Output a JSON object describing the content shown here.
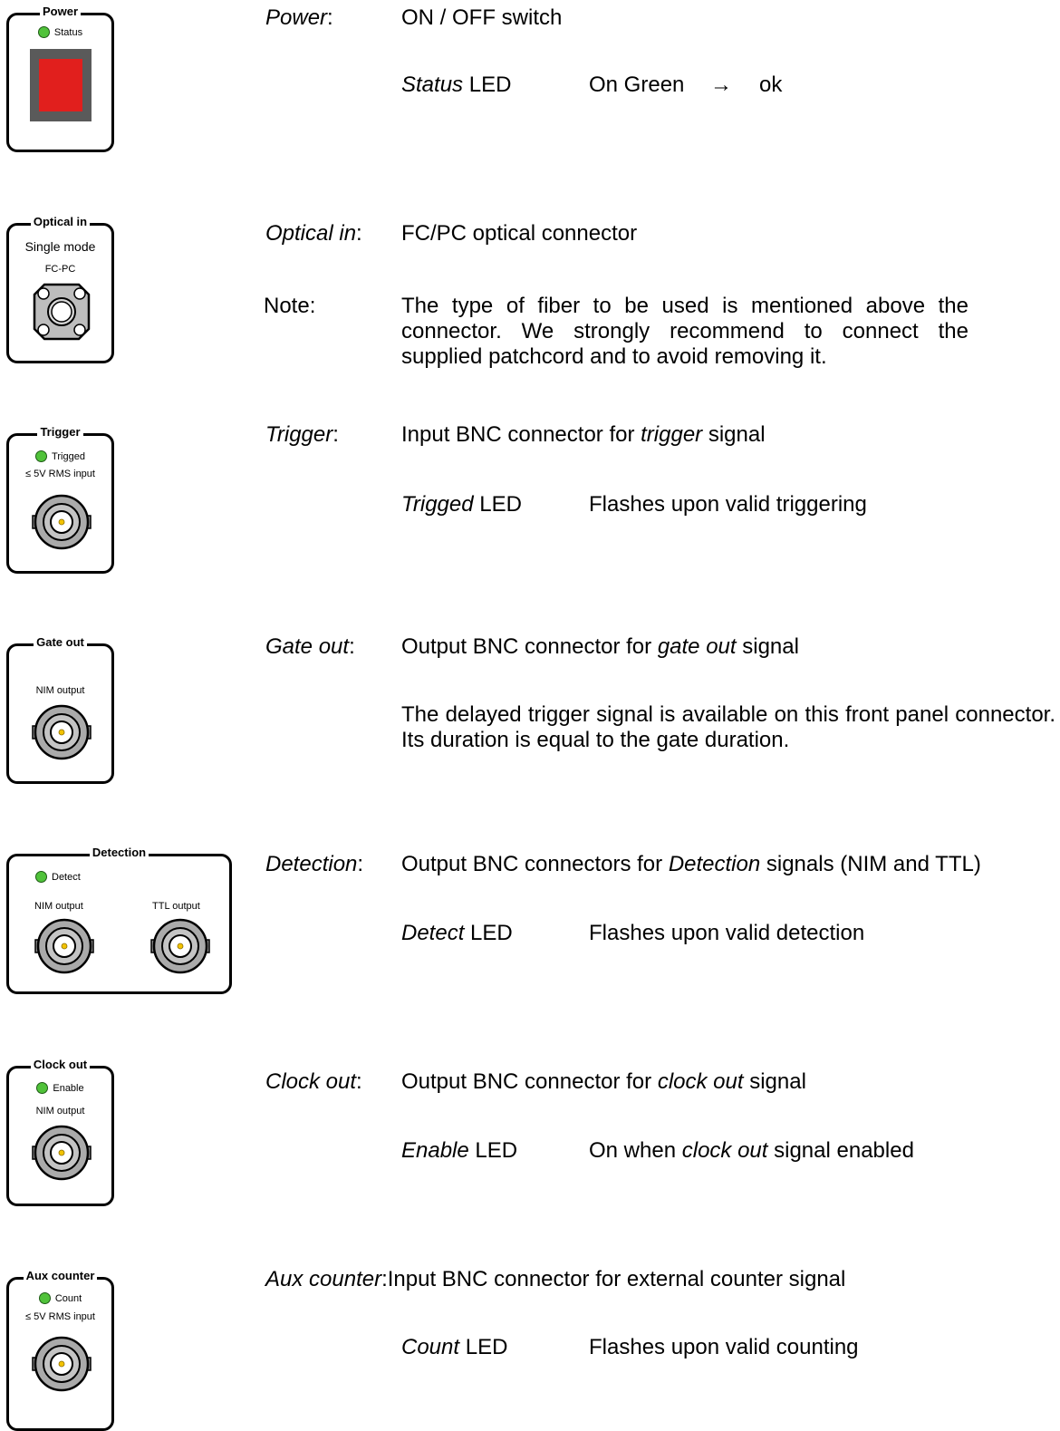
{
  "colors": {
    "led": "#50c23a",
    "switch": "#e11f1d",
    "switch_bezel": "#5a5a5a",
    "connector": "#aaaaaa"
  },
  "panels": {
    "power": {
      "title": "Power",
      "led_label": "Status"
    },
    "optical": {
      "title": "Optical in",
      "mode": "Single mode",
      "connector": "FC-PC"
    },
    "trigger": {
      "title": "Trigger",
      "led_label": "Trigged",
      "input": "≤ 5V RMS input"
    },
    "gate": {
      "title": "Gate out",
      "output": "NIM output"
    },
    "detection": {
      "title": "Detection",
      "led_label": "Detect",
      "output1": "NIM output",
      "output2": "TTL output"
    },
    "clock": {
      "title": "Clock out",
      "led_label": "Enable",
      "output": "NIM output"
    },
    "aux": {
      "title": "Aux counter",
      "led_label": "Count",
      "input": "≤ 5V RMS input"
    }
  },
  "descriptions": {
    "power": {
      "name": "Power",
      "desc": "ON / OFF switch",
      "led_name": "Status",
      "led_word": "LED",
      "led_state": "On Green",
      "arrow": "→",
      "led_result": "ok"
    },
    "optical": {
      "name": "Optical in",
      "desc": "FC/PC optical connector",
      "note_label": "Note:",
      "note": "The type of fiber to be used is mentioned above the connector. We strongly recommend to connect the supplied patchcord and to avoid removing it."
    },
    "trigger": {
      "name": "Trigger",
      "desc_pre": "Input BNC connector for",
      "desc_em": "trigger",
      "desc_post": "signal",
      "led_name": "Trigged",
      "led_word": "LED",
      "led_desc": "Flashes upon valid triggering"
    },
    "gate": {
      "name": "Gate out",
      "desc_pre": "Output BNC connector for",
      "desc_em": "gate out",
      "desc_post": "signal",
      "para": "The delayed trigger signal is available on this front panel connector. Its duration is equal to the gate duration."
    },
    "detection": {
      "name": "Detection",
      "desc_pre": "Output BNC connectors for",
      "desc_em": "Detection",
      "desc_post": "signals (NIM and TTL)",
      "led_name": "Detect",
      "led_word": "LED",
      "led_desc": "Flashes upon valid detection"
    },
    "clock": {
      "name": "Clock out",
      "desc_pre": "Output BNC connector for",
      "desc_em": "clock out",
      "desc_post": "signal",
      "led_name": "Enable",
      "led_word": "LED",
      "led_desc_pre": "On when",
      "led_desc_em": "clock out",
      "led_desc_post": "signal enabled"
    },
    "aux": {
      "name": "Aux counter",
      "desc": "Input BNC connector for external counter signal",
      "led_name": "Count",
      "led_word": "LED",
      "led_desc": "Flashes upon valid counting"
    }
  }
}
